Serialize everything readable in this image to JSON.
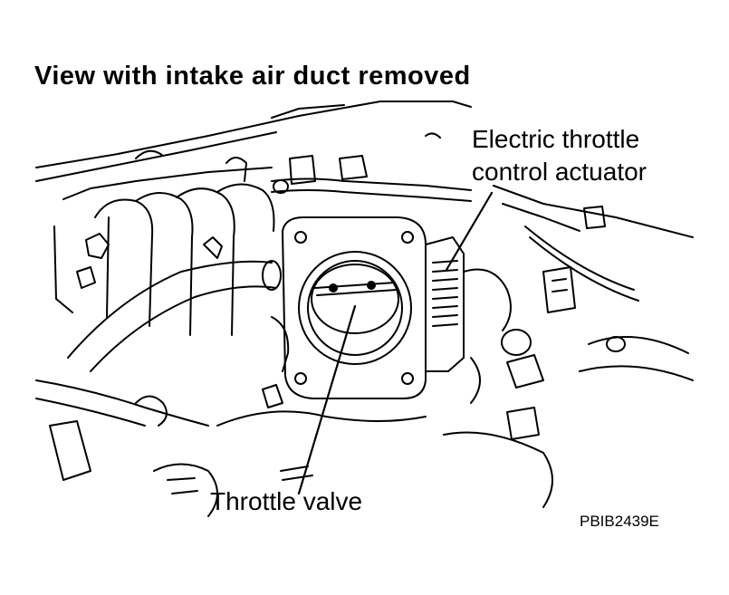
{
  "title": "View with intake air duct removed",
  "labels": {
    "actuator_line1": "Electric throttle",
    "actuator_line2": "control actuator",
    "valve": "Throttle valve"
  },
  "figure_code": "PBIB2439E",
  "colors": {
    "ink": "#000000",
    "paper": "#ffffff",
    "shade": "#555555"
  }
}
